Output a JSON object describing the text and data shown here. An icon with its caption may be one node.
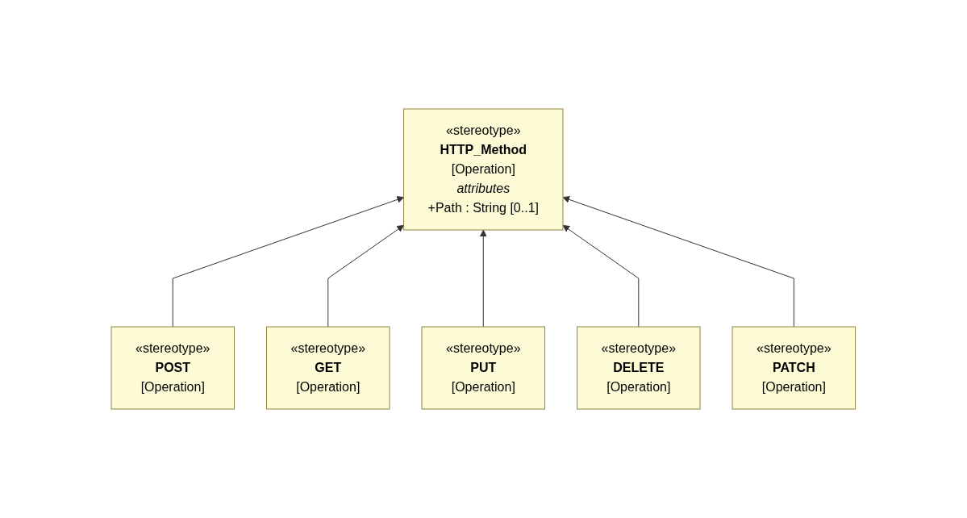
{
  "diagram": {
    "nodes": [
      {
        "text": [
          "«stereotype»",
          "HTTP_Method",
          "[Operation]",
          "attributes",
          "+Path : String [0..1]"
        ]
      },
      {
        "text": [
          "«stereotype»",
          "POST",
          "[Operation]"
        ]
      },
      {
        "text": [
          "«stereotype»",
          "GET",
          "[Operation]"
        ]
      },
      {
        "text": [
          "«stereotype»",
          "PUT",
          "[Operation]"
        ]
      },
      {
        "text": [
          "«stereotype»",
          "DELETE",
          "[Operation]"
        ]
      },
      {
        "text": [
          "«stereotype»",
          "PATCH",
          "[Operation]"
        ]
      }
    ],
    "edges": [
      {
        "from": 1,
        "to": 0,
        "arrow": "to"
      },
      {
        "from": 2,
        "to": 0,
        "arrow": "to"
      },
      {
        "from": 3,
        "to": 0,
        "arrow": "to"
      },
      {
        "from": 4,
        "to": 0,
        "arrow": "to"
      },
      {
        "from": 5,
        "to": 0,
        "arrow": "to"
      }
    ]
  }
}
